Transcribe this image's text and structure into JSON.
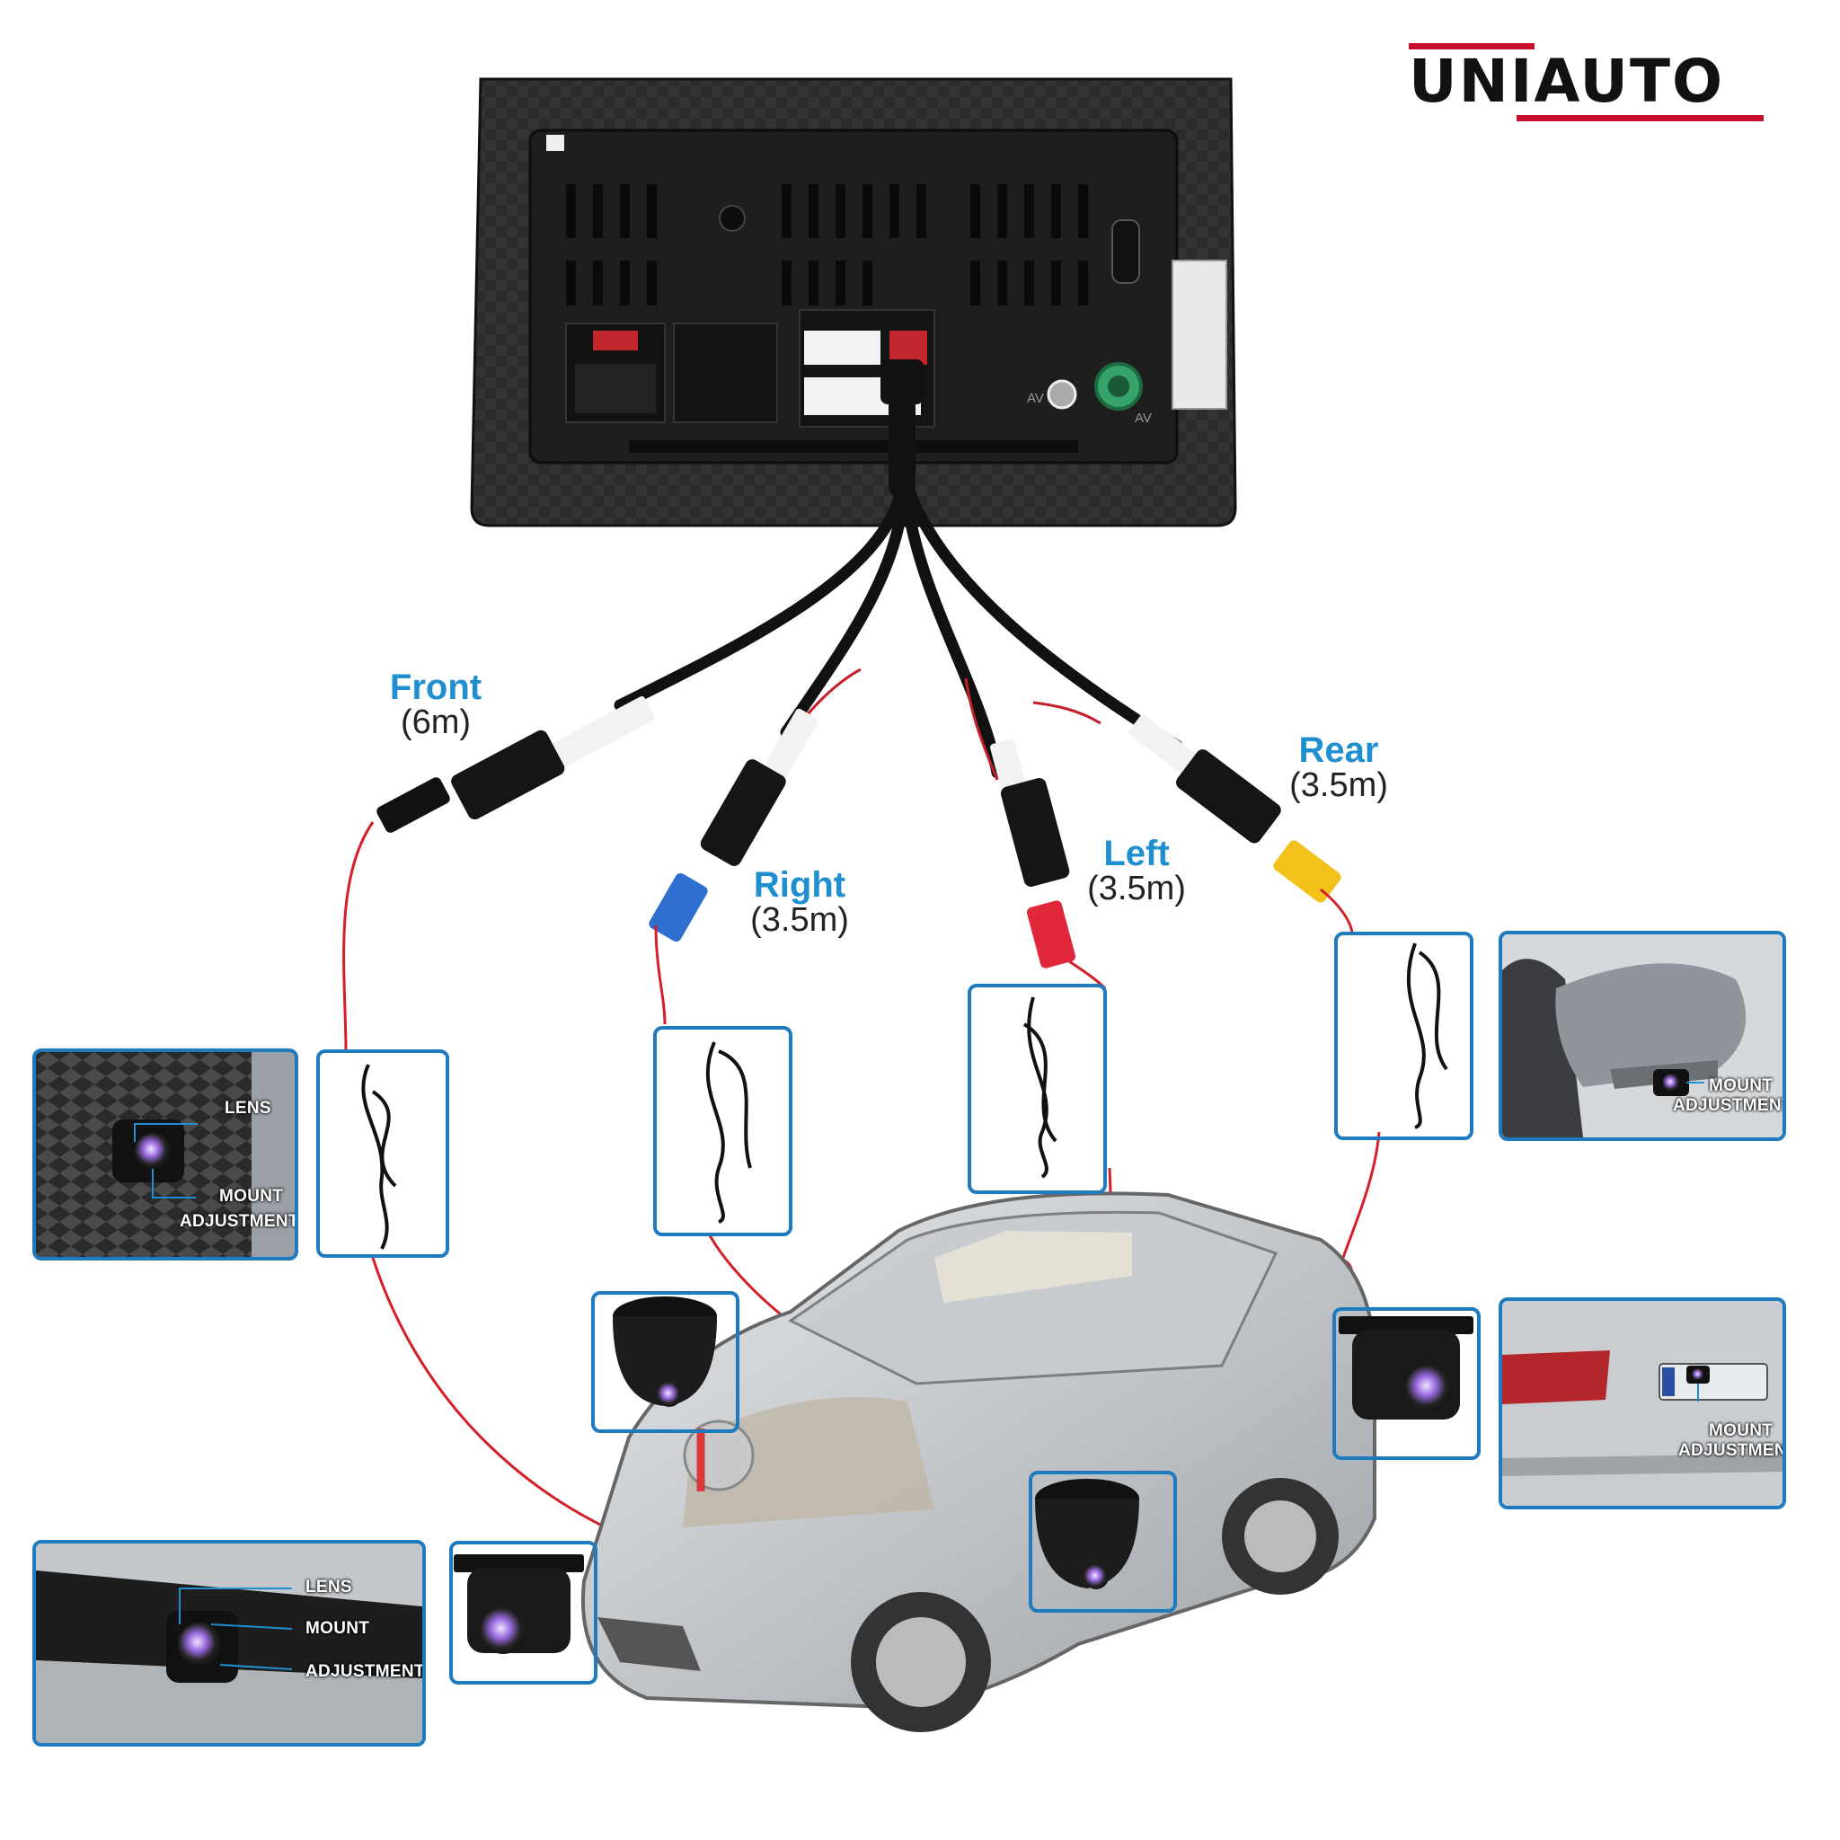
{
  "brand": {
    "logo": "UNIAUTO"
  },
  "cables": [
    {
      "id": "front",
      "name": "Front",
      "length": "(6m)"
    },
    {
      "id": "right",
      "name": "Right",
      "length": "(3.5m)"
    },
    {
      "id": "left",
      "name": "Left",
      "length": "(3.5m)"
    },
    {
      "id": "rear",
      "name": "Rear",
      "length": "(3.5m)"
    }
  ],
  "insets": {
    "front_grille": {
      "lens": "LENS",
      "mount": "MOUNT",
      "adjustment": "ADJUSTMENT"
    },
    "front_bumper": {
      "lens": "LENS",
      "mount": "MOUNT",
      "adjustment": "ADJUSTMENT"
    },
    "side_mirror": {
      "mount": "MOUNT",
      "adjustment": "ADJUSTMENT"
    },
    "rear_plate": {
      "mount": "MOUNT",
      "adjustment": "ADJUSTMENT"
    }
  },
  "head_unit": {
    "av_left": "AV",
    "av_right": "AV"
  },
  "colors": {
    "accent_blue": "#1f8fd0",
    "brand_red": "#c8102e",
    "wire_red": "#d41f28",
    "panel_border": "#1f7bbf"
  }
}
